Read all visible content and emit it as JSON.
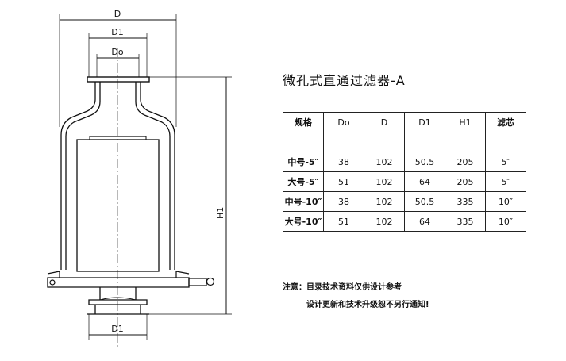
{
  "drawing": {
    "title": "微孔式直通过滤器-A",
    "dimension_labels": {
      "D": "D",
      "D1_top": "D1",
      "Do": "Do",
      "H1": "H1",
      "D1_bottom": "D1"
    }
  },
  "table": {
    "headers": [
      "规格",
      "Do",
      "D",
      "D1",
      "H1",
      "滤芯"
    ],
    "rows": [
      [
        "",
        "",
        "",
        "",
        "",
        ""
      ],
      [
        "中号-5″",
        "38",
        "102",
        "50.5",
        "205",
        "5″"
      ],
      [
        "大号-5″",
        "51",
        "102",
        "64",
        "205",
        "5″"
      ],
      [
        "中号-10″",
        "38",
        "102",
        "50.5",
        "335",
        "10″"
      ],
      [
        "大号-10″",
        "51",
        "102",
        "64",
        "335",
        "10″"
      ]
    ]
  },
  "notes": {
    "line1": "注意：目录技术资料仅供设计参考",
    "line2": "设计更新和技术升级恕不另行通知!"
  }
}
